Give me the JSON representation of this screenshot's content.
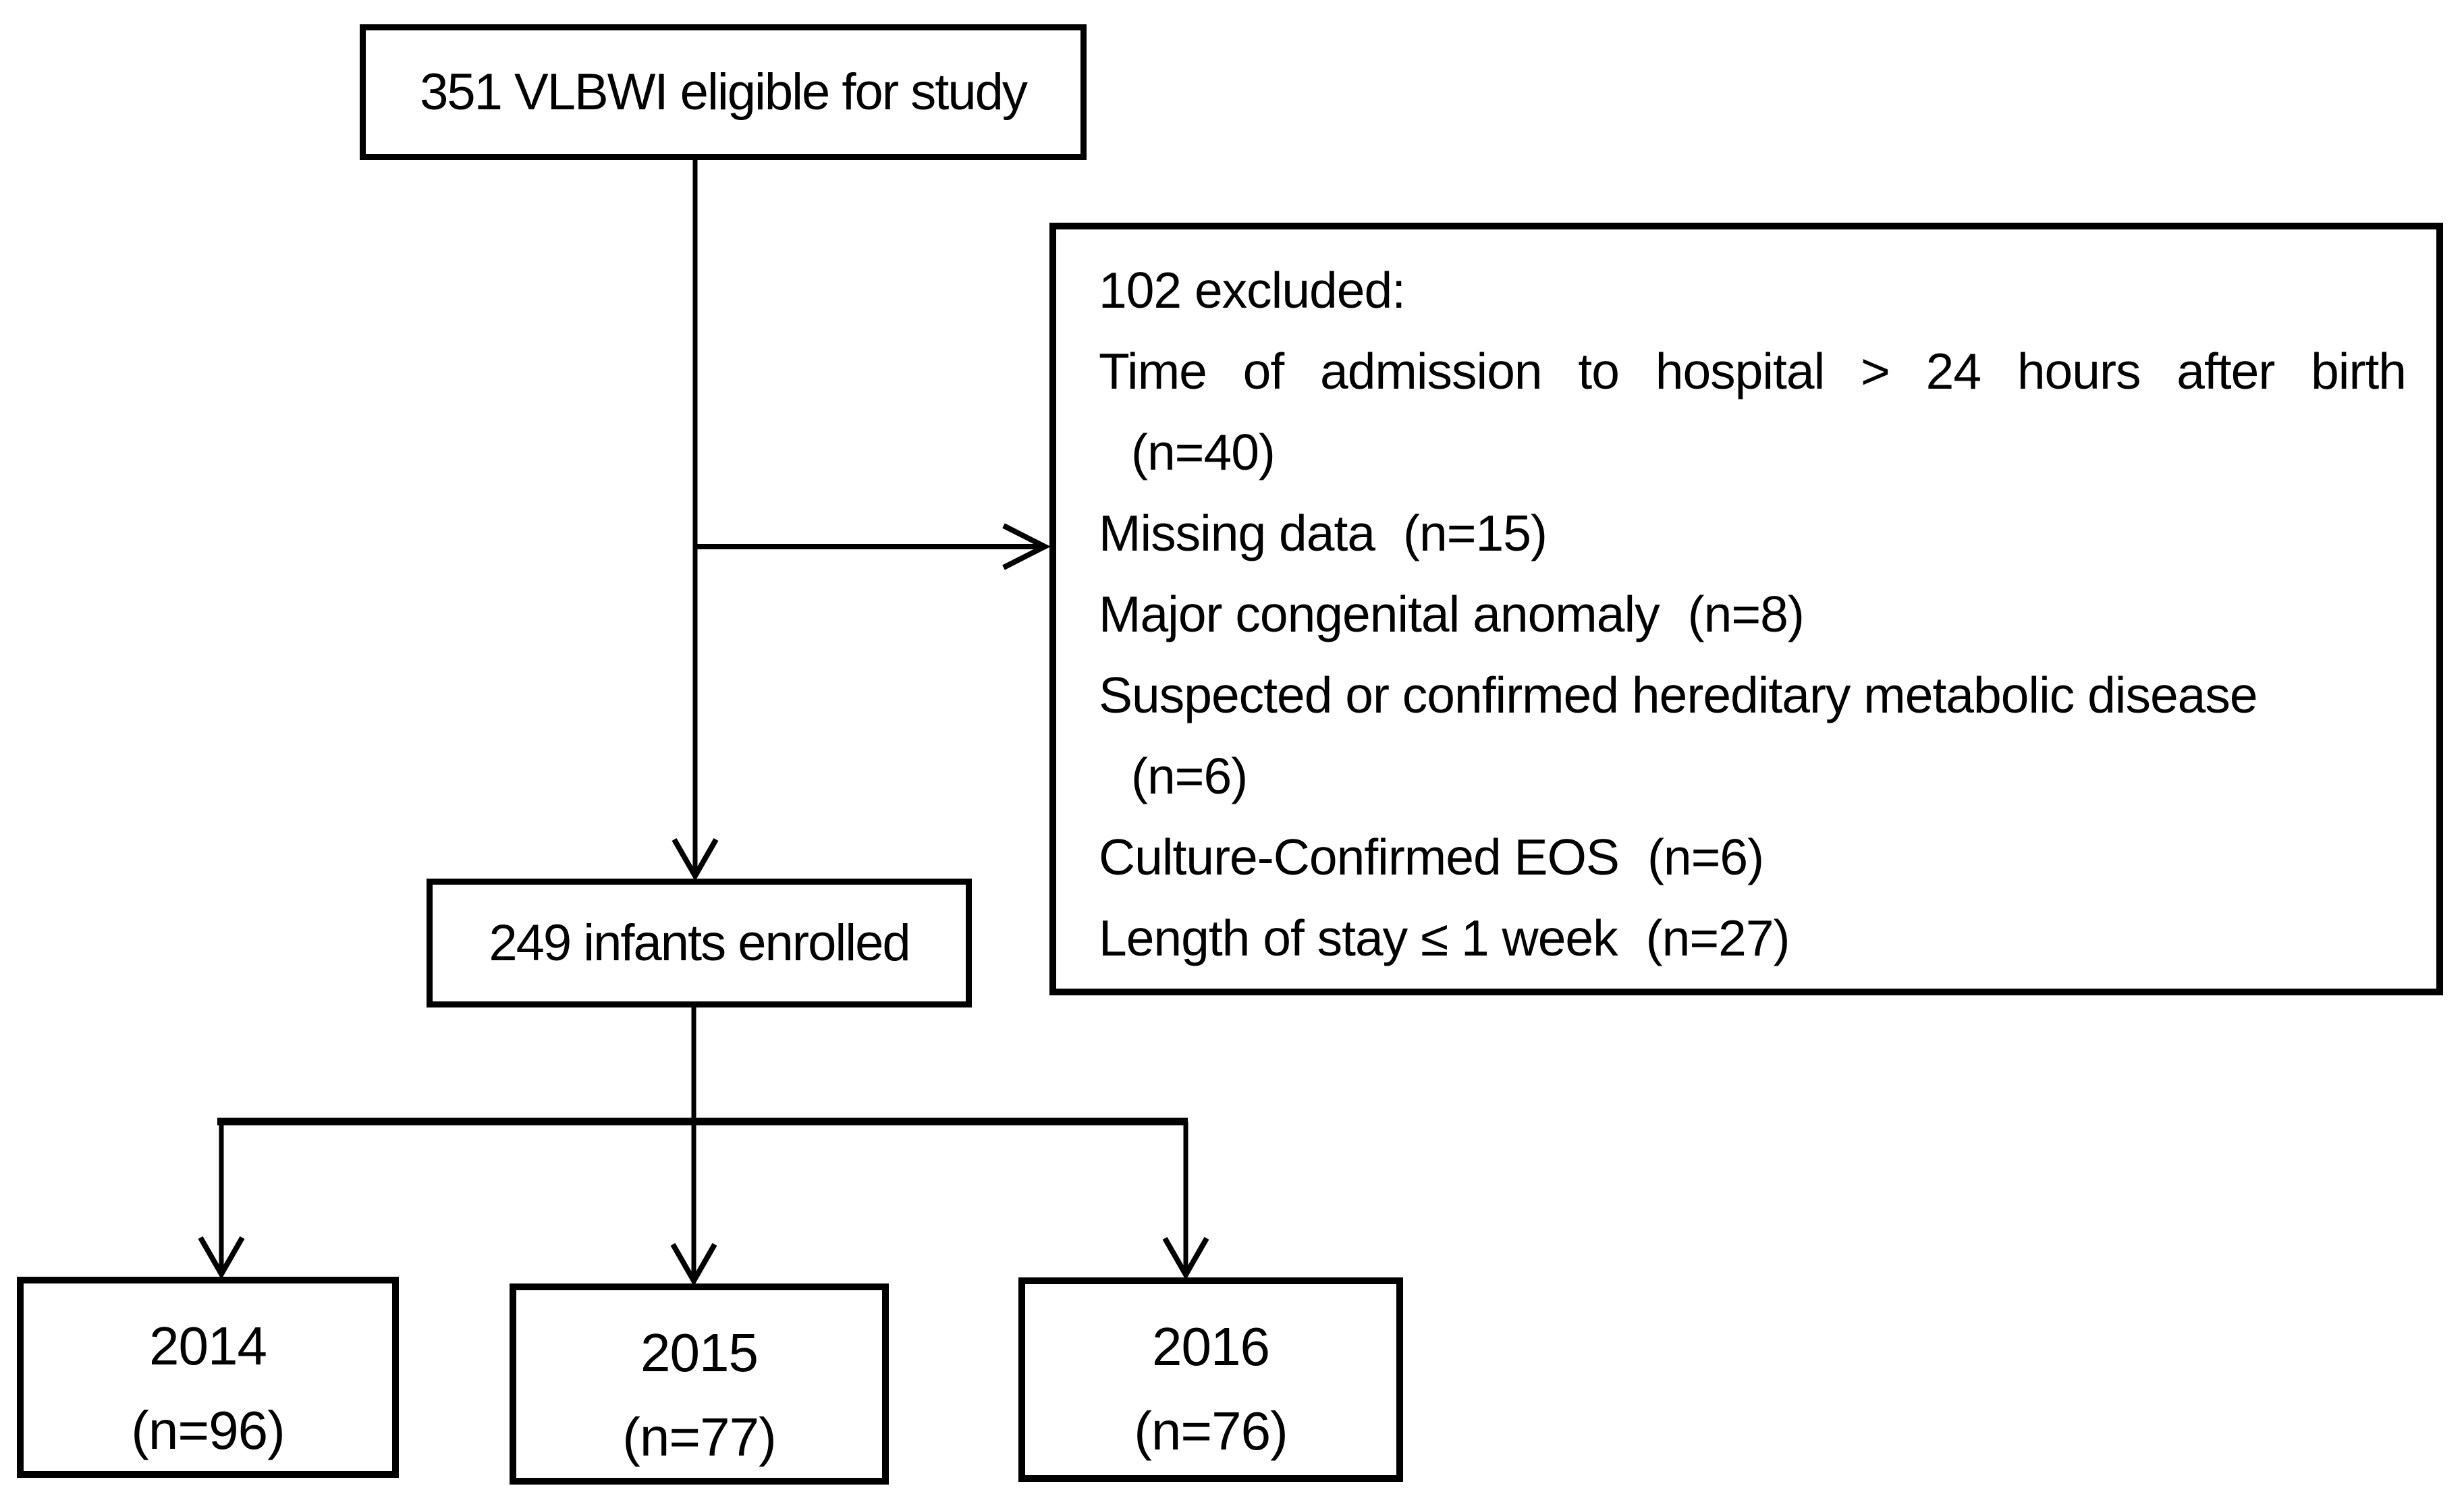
{
  "figure": {
    "background": "#ffffff",
    "line_color": "#000000",
    "text_color": "#000000"
  },
  "boxes": {
    "eligible": {
      "label": "351 VLBWI eligible for study"
    },
    "excluded": {
      "title": "102 excluded:",
      "items": [
        {
          "reason": "Time of admission to hospital > 24 hours after birth",
          "count": "(n=40)",
          "count_on_new_line": true,
          "justify": true
        },
        {
          "reason": "Missing data",
          "count": "(n=15)",
          "count_on_new_line": false,
          "justify": false
        },
        {
          "reason": "Major congenital anomaly",
          "count": "(n=8)",
          "count_on_new_line": false,
          "justify": false
        },
        {
          "reason": "Suspected or confirmed hereditary metabolic disease",
          "count": "(n=6)",
          "count_on_new_line": true,
          "justify": false
        },
        {
          "reason": "Culture-Confirmed EOS",
          "count": "(n=6)",
          "count_on_new_line": false,
          "justify": false
        },
        {
          "reason": "Length of stay ≤ 1 week",
          "count": "(n=27)",
          "count_on_new_line": false,
          "justify": false
        }
      ]
    },
    "enrolled": {
      "label": "249 infants enrolled"
    },
    "years": [
      {
        "year": "2014",
        "count": "(n=96)"
      },
      {
        "year": "2015",
        "count": "(n=77)"
      },
      {
        "year": "2016",
        "count": "(n=76)"
      }
    ]
  }
}
